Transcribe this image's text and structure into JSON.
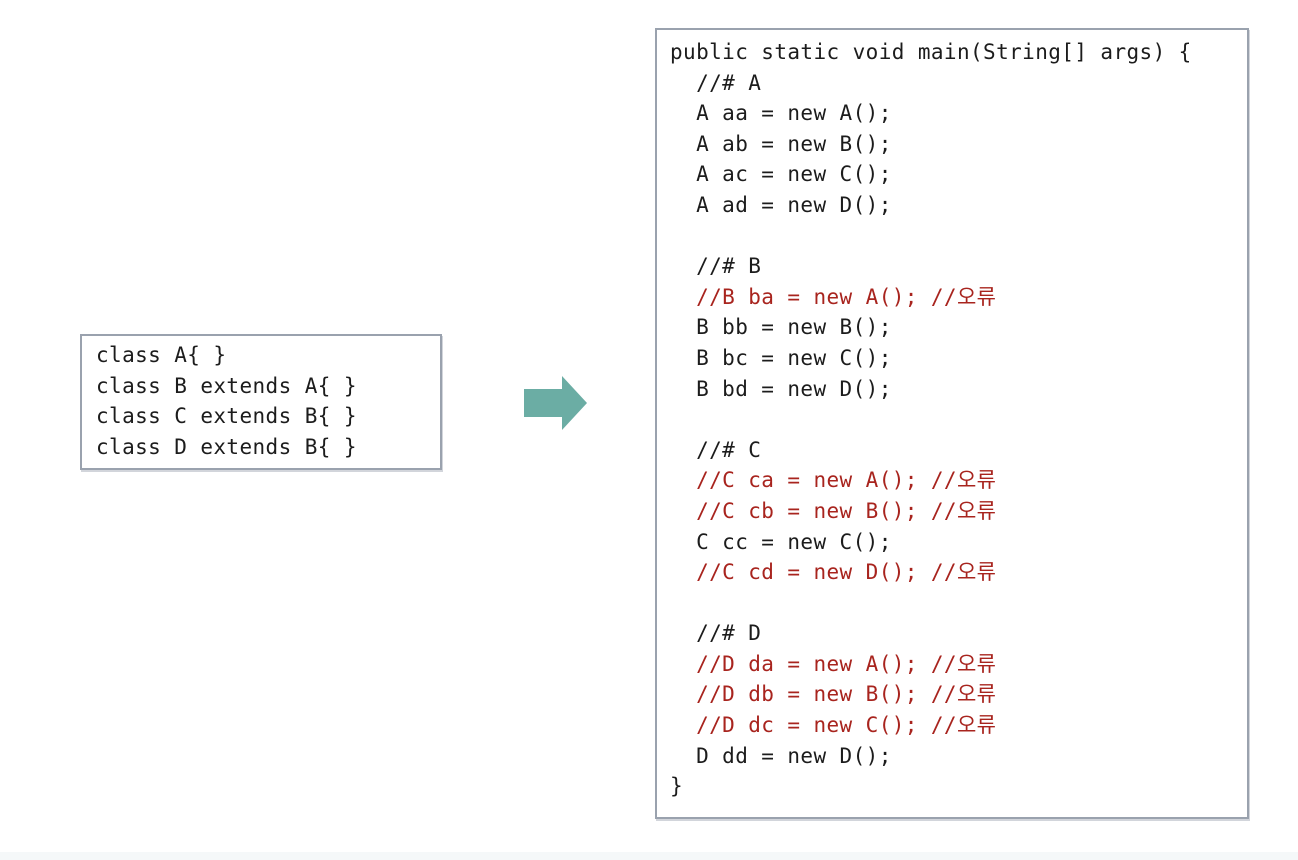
{
  "class_definitions_box": {
    "lines": [
      "class A{ }",
      "class B extends A{ }",
      "class C extends B{ }",
      "class D extends B{ }"
    ]
  },
  "arrow": {
    "direction": "right"
  },
  "main_code_box": {
    "lines": [
      {
        "text": "public static void main(String[] args) {",
        "error": false
      },
      {
        "text": "  //# A",
        "error": false
      },
      {
        "text": "  A aa = new A();",
        "error": false
      },
      {
        "text": "  A ab = new B();",
        "error": false
      },
      {
        "text": "  A ac = new C();",
        "error": false
      },
      {
        "text": "  A ad = new D();",
        "error": false
      },
      {
        "text": "",
        "error": false
      },
      {
        "text": "  //# B",
        "error": false
      },
      {
        "text": "  //B ba = new A(); //오류",
        "error": true
      },
      {
        "text": "  B bb = new B();",
        "error": false
      },
      {
        "text": "  B bc = new C();",
        "error": false
      },
      {
        "text": "  B bd = new D();",
        "error": false
      },
      {
        "text": "",
        "error": false
      },
      {
        "text": "  //# C",
        "error": false
      },
      {
        "text": "  //C ca = new A(); //오류",
        "error": true
      },
      {
        "text": "  //C cb = new B(); //오류",
        "error": true
      },
      {
        "text": "  C cc = new C();",
        "error": false
      },
      {
        "text": "  //C cd = new D(); //오류",
        "error": true
      },
      {
        "text": "",
        "error": false
      },
      {
        "text": "  //# D",
        "error": false
      },
      {
        "text": "  //D da = new A(); //오류",
        "error": true
      },
      {
        "text": "  //D db = new B(); //오류",
        "error": true
      },
      {
        "text": "  //D dc = new C(); //오류",
        "error": true
      },
      {
        "text": "  D dd = new D();",
        "error": false
      },
      {
        "text": "}",
        "error": false
      }
    ]
  },
  "colors": {
    "code_text": "#1c1c1c",
    "error_text": "#a8241e",
    "box_border": "#9aa2ae",
    "arrow_fill": "#6bada4",
    "background": "#ffffff",
    "footer_strip": "#f5f8f9"
  }
}
